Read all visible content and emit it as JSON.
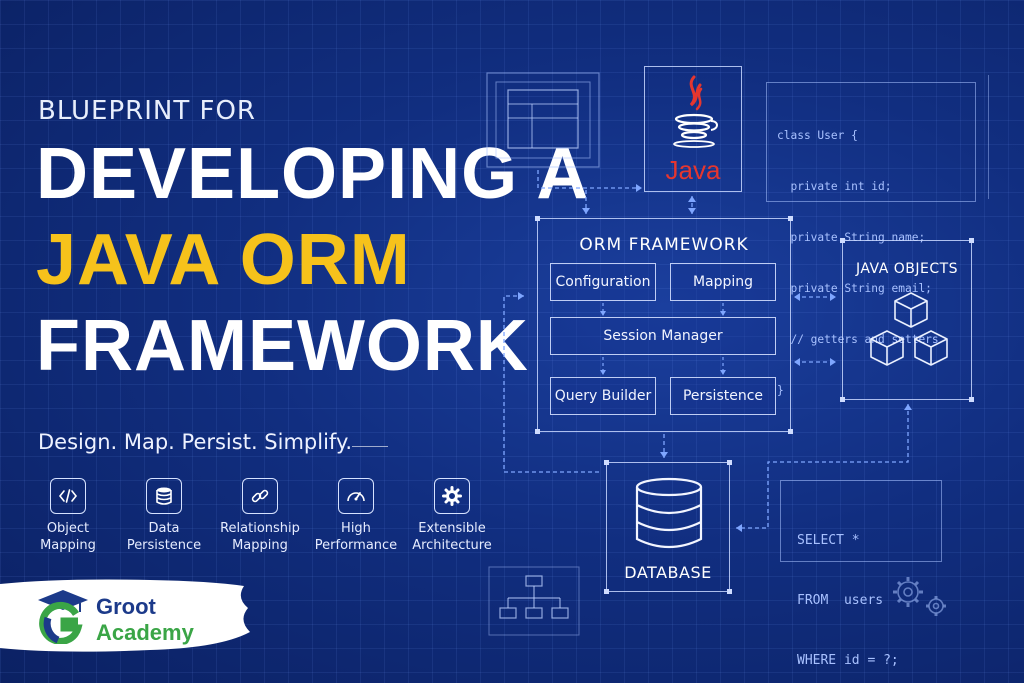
{
  "headline": {
    "subtitle": "BLUEPRINT FOR",
    "line1": "DEVELOPING A",
    "line2": "JAVA ORM",
    "line3": "FRAMEWORK",
    "tagline": "Design. Map. Persist. Simplify."
  },
  "features": [
    {
      "icon": "code-icon",
      "label": "Object\nMapping"
    },
    {
      "icon": "database-icon",
      "label": "Data\nPersistence"
    },
    {
      "icon": "link-icon",
      "label": "Relationship\nMapping"
    },
    {
      "icon": "speedometer-icon",
      "label": "High\nPerformance"
    },
    {
      "icon": "gear-icon",
      "label": "Extensible\nArchitecture"
    }
  ],
  "logo": {
    "line1": "Groot",
    "line2": "Academy"
  },
  "diagram": {
    "java_label": "Java",
    "code_lines": [
      "class User {",
      "  private int id;",
      "  private String name;",
      "  private String email;",
      "  // getters and setters",
      "}"
    ],
    "orm": {
      "title": "ORM FRAMEWORK",
      "configuration": "Configuration",
      "mapping": "Mapping",
      "session_manager": "Session Manager",
      "query_builder": "Query Builder",
      "persistence": "Persistence"
    },
    "java_objects": "JAVA OBJECTS",
    "database": "DATABASE",
    "sql_lines": [
      "SELECT *",
      "FROM  users",
      "WHERE id = ?;"
    ]
  },
  "colors": {
    "background": "#112e80",
    "accent_yellow": "#f6c21b",
    "java_red": "#e5362f",
    "logo_blue": "#1c3a8a",
    "logo_green": "#3aa546",
    "code_blue": "#a8c1ff"
  }
}
